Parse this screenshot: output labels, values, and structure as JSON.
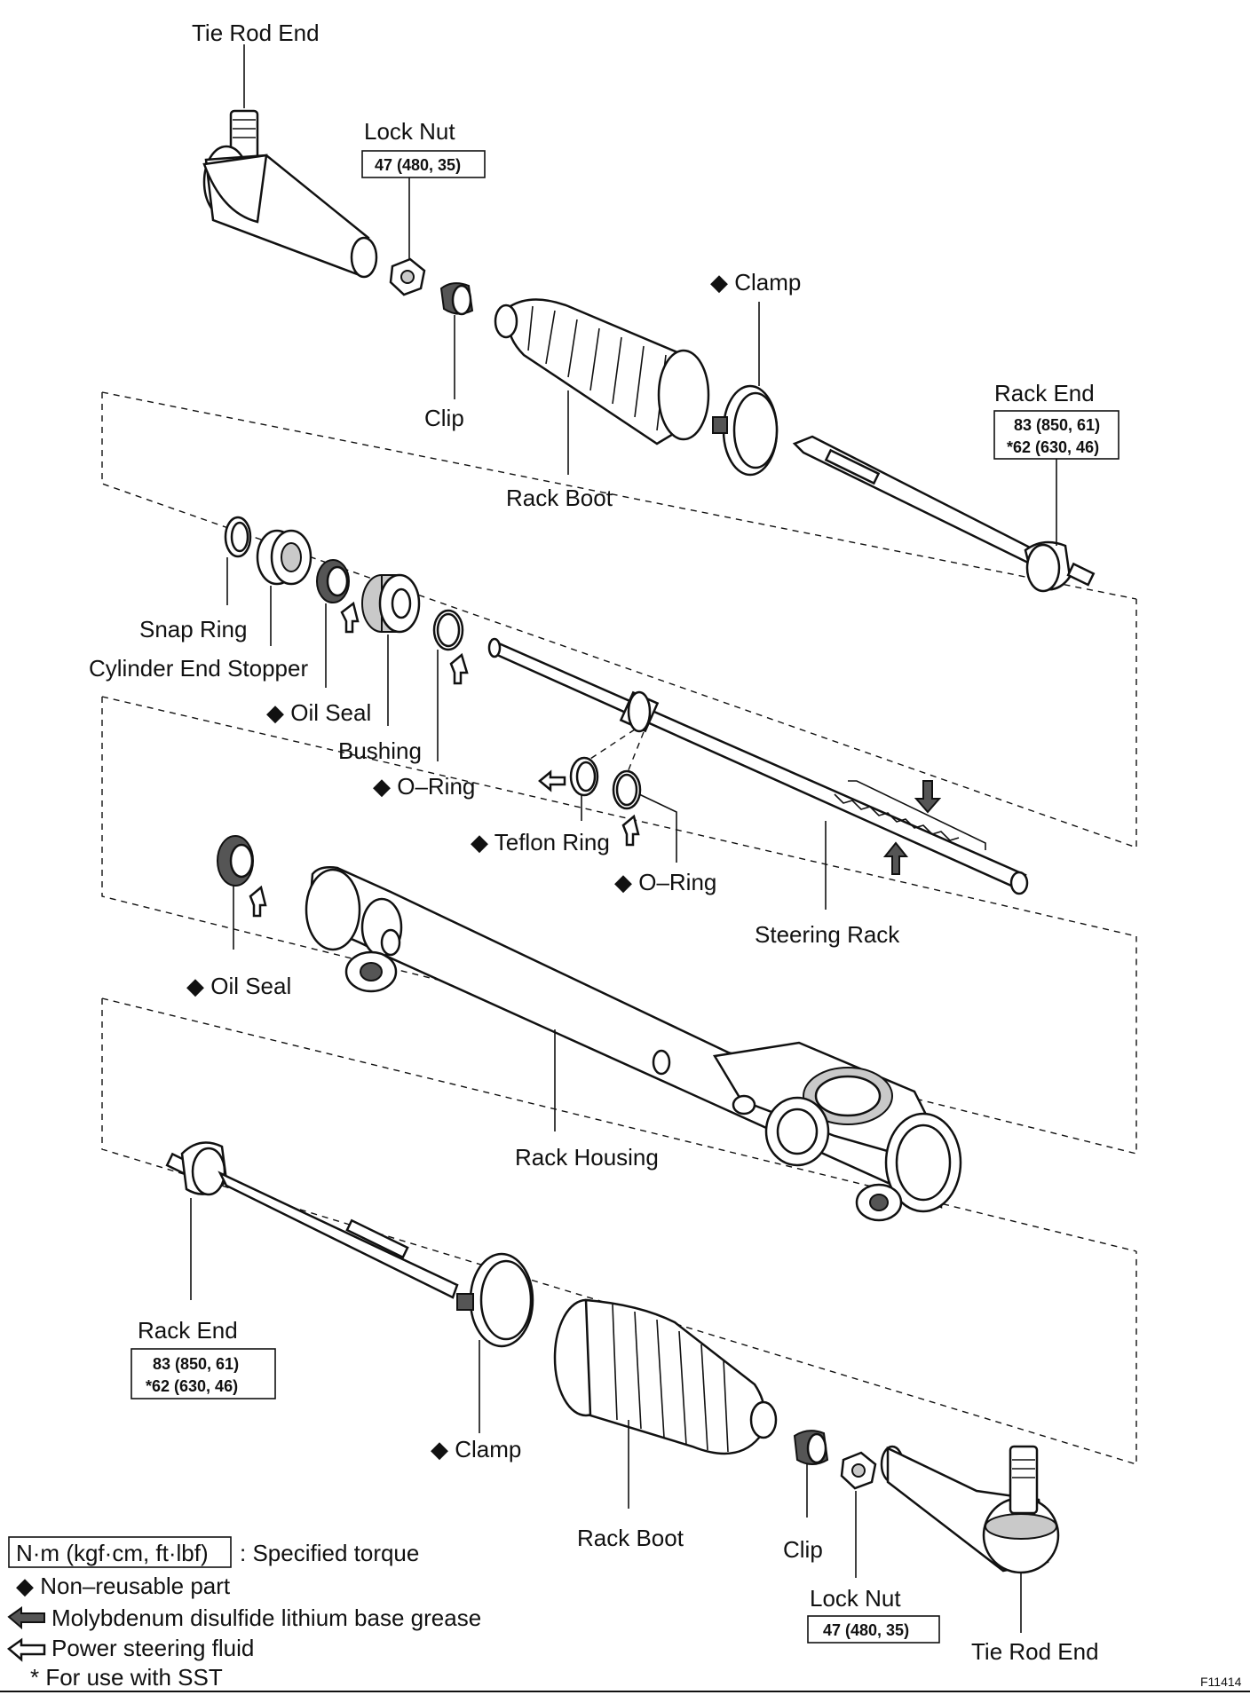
{
  "labels": {
    "tie_rod_end_top": "Tie Rod End",
    "lock_nut_top": "Lock Nut",
    "lock_nut_top_torque": "47 (480, 35)",
    "clip_top": "Clip",
    "rack_boot_top": "Rack Boot",
    "clamp_top": "◆ Clamp",
    "rack_end_top": "Rack End",
    "rack_end_top_torque_1": "83 (850, 61)",
    "rack_end_top_torque_2": "*62 (630, 46)",
    "snap_ring": "Snap Ring",
    "cylinder_end_stopper": "Cylinder End Stopper",
    "oil_seal_upper": "◆ Oil Seal",
    "bushing": "Bushing",
    "o_ring_1": "◆ O–Ring",
    "teflon_ring": "◆ Teflon Ring",
    "o_ring_2": "◆ O–Ring",
    "steering_rack": "Steering Rack",
    "oil_seal_lower": "◆ Oil Seal",
    "rack_housing": "Rack Housing",
    "rack_end_bottom": "Rack End",
    "rack_end_bottom_torque_1": "83 (850, 61)",
    "rack_end_bottom_torque_2": "*62 (630, 46)",
    "clamp_bottom": "◆ Clamp",
    "rack_boot_bottom": "Rack Boot",
    "clip_bottom": "Clip",
    "lock_nut_bottom": "Lock Nut",
    "lock_nut_bottom_torque": "47 (480, 35)",
    "tie_rod_end_bottom": "Tie Rod End"
  },
  "legend": {
    "torque_unit": "N·m (kgf·cm, ft·lbf)",
    "torque_desc": ": Specified torque",
    "non_reusable": "◆ Non–reusable part",
    "grease": "Molybdenum disulfide lithium base grease",
    "fluid": "Power steering fluid",
    "sst": "* For use with SST"
  },
  "figure_id": "F11414"
}
